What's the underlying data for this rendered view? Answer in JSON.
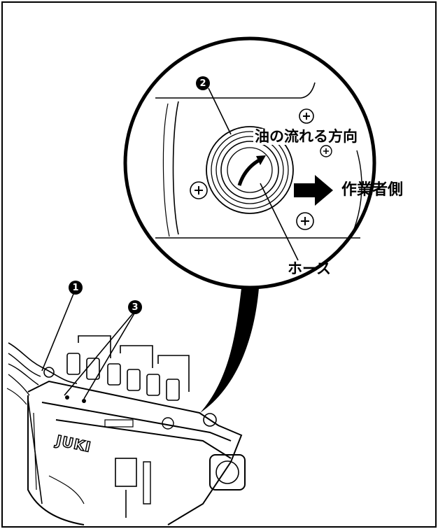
{
  "labels": {
    "oil_direction": "油の流れる方向",
    "operator_side": "作業者側",
    "hose": "ホース"
  },
  "badges": {
    "b1": "1",
    "b2": "2",
    "b3": "3"
  },
  "brand": "JUKI"
}
